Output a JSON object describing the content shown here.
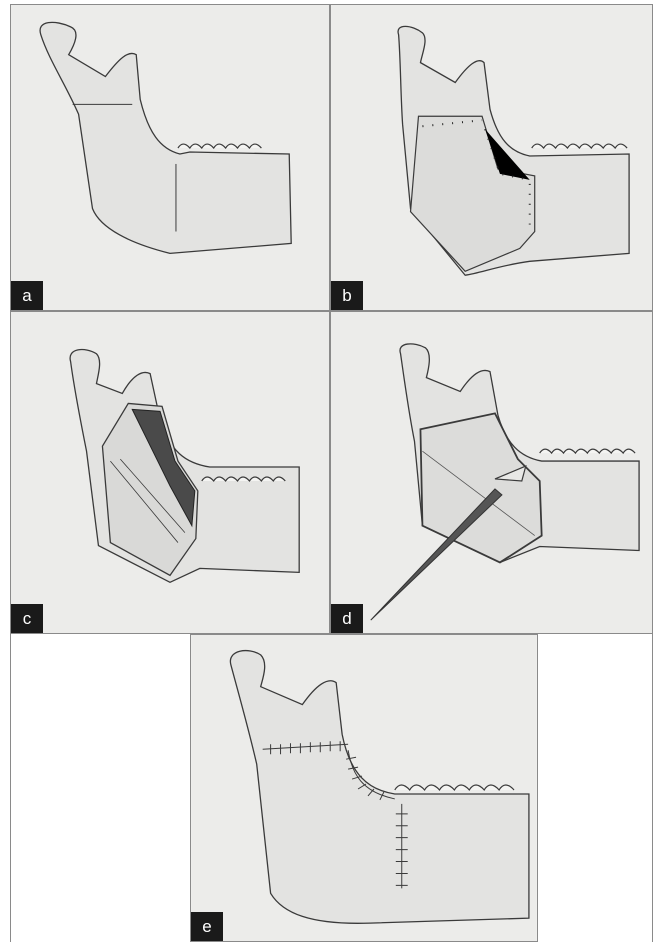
{
  "figure": {
    "panels": [
      {
        "id": "a",
        "label": "a"
      },
      {
        "id": "b",
        "label": "b"
      },
      {
        "id": "c",
        "label": "c"
      },
      {
        "id": "d",
        "label": "d"
      },
      {
        "id": "e",
        "label": "e"
      }
    ]
  },
  "colors": {
    "paper": "#eeeeec",
    "bone_fill": "#e3e3e1",
    "pencil": "#3a3a3a",
    "shade_dark": "#4a4a4a",
    "label_bg": "#1a1a1a"
  }
}
